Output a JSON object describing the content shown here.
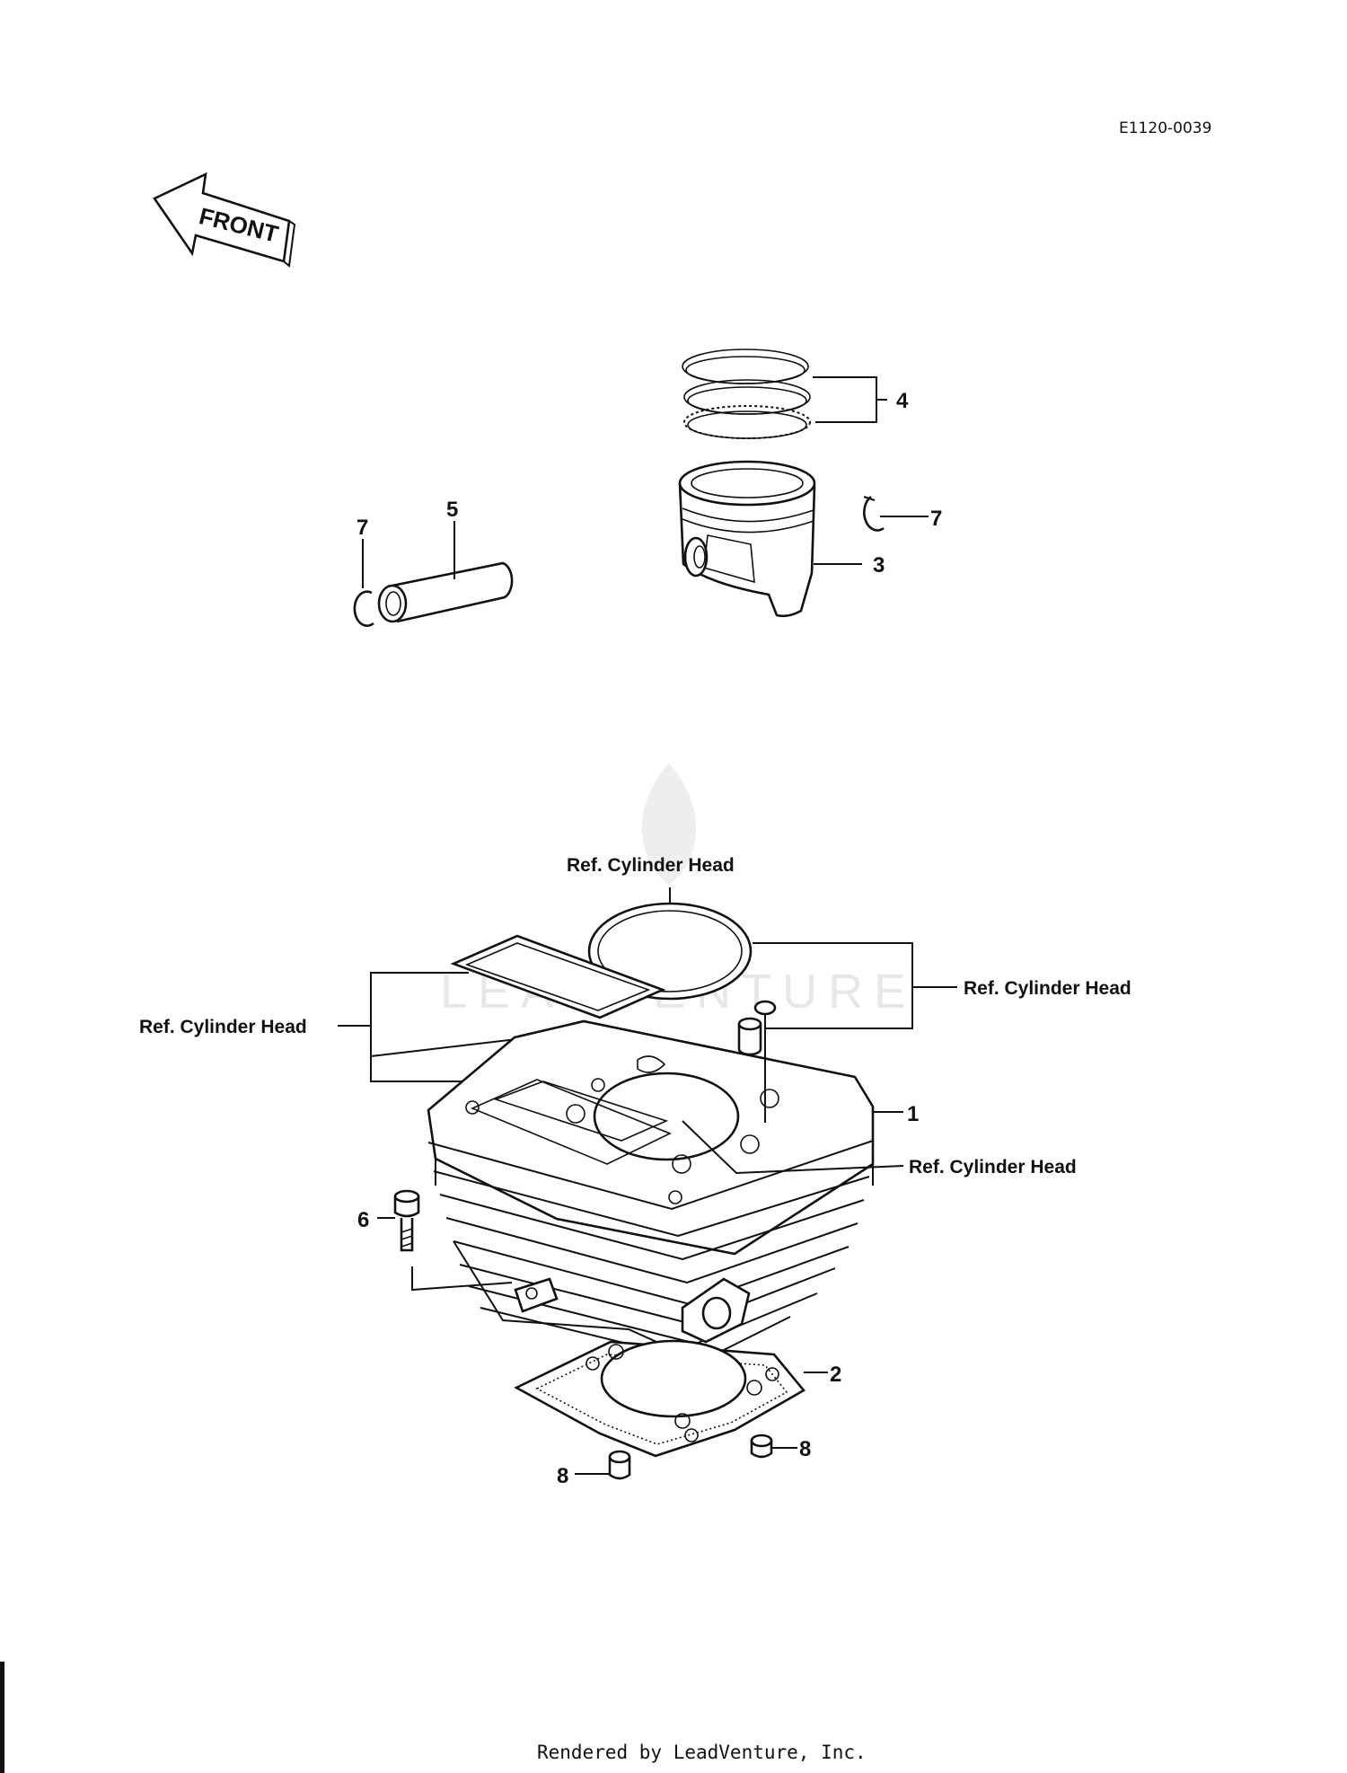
{
  "diagram_code": "E1120-0039",
  "front_marker": "FRONT",
  "watermark": "LEADVENTURE",
  "callouts": {
    "piston": "3",
    "piston_rings": "4",
    "clip_right": "7",
    "clip_left": "7",
    "piston_pin": "5",
    "cylinder": "1",
    "base_gasket": "2",
    "bolt": "6",
    "dowel_right": "8",
    "dowel_left": "8"
  },
  "references": {
    "top": "Ref. Cylinder Head",
    "right": "Ref. Cylinder Head",
    "left": "Ref. Cylinder Head",
    "lower_right": "Ref. Cylinder Head"
  },
  "footer": "Rendered by LeadVenture, Inc."
}
